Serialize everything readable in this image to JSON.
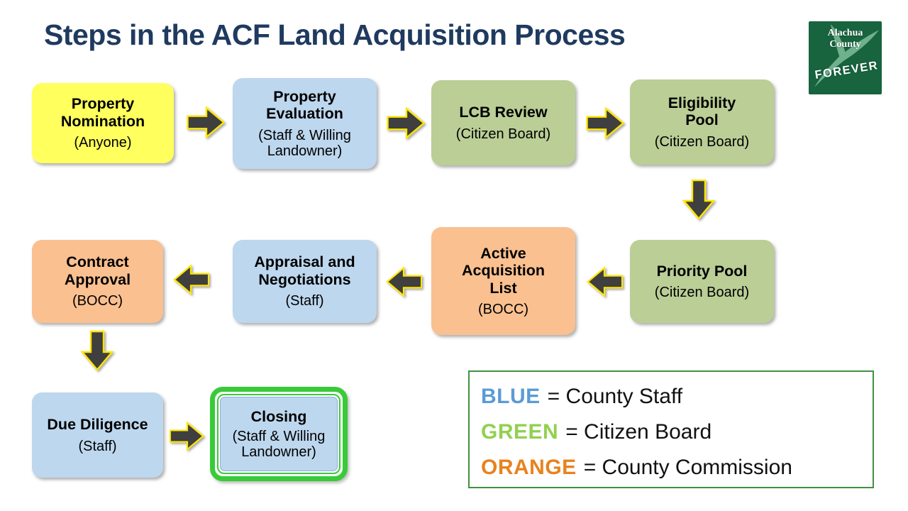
{
  "slide": {
    "title": "Steps in the ACF Land Acquisition Process"
  },
  "logo": {
    "org_line1": "Alachua",
    "org_line2": "County",
    "tagline": "FOREVER"
  },
  "boxes": [
    {
      "title": "Property Nomination",
      "subtitle": "(Anyone)",
      "category": "yellow"
    },
    {
      "title": "Property Evaluation",
      "subtitle": "(Staff & Willing Landowner)",
      "category": "blue"
    },
    {
      "title": "LCB Review",
      "subtitle": "(Citizen Board)",
      "category": "green"
    },
    {
      "title": "Eligibility Pool",
      "subtitle": "(Citizen Board)",
      "category": "green"
    },
    {
      "title": "Priority Pool",
      "subtitle": "(Citizen Board)",
      "category": "green"
    },
    {
      "title": "Active Acquisition List",
      "subtitle": "(BOCC)",
      "category": "orange"
    },
    {
      "title": "Appraisal and Negotiations",
      "subtitle": "(Staff)",
      "category": "blue"
    },
    {
      "title": "Contract Approval",
      "subtitle": "(BOCC)",
      "category": "orange"
    },
    {
      "title": "Due Diligence",
      "subtitle": "(Staff)",
      "category": "blue"
    },
    {
      "title": "Closing",
      "subtitle": "(Staff & Willing Landowner)",
      "category": "blue-highlighted"
    }
  ],
  "legend": {
    "entries": [
      {
        "term": "BLUE",
        "term_color": "#5b9bd5",
        "definition": "= County Staff"
      },
      {
        "term": "GREEN",
        "term_color": "#92d050",
        "definition": "= Citizen Board"
      },
      {
        "term": "ORANGE",
        "term_color": "#e8821e",
        "definition": "= County Commission"
      }
    ]
  },
  "colors": {
    "title_text": "#1f3a5f",
    "box_yellow": "#ffff5d",
    "box_blue": "#bdd7ee",
    "box_green": "#bace96",
    "box_orange": "#fac090",
    "closing_highlight_border": "#38cb38",
    "arrow_fill": "#3f3f3f",
    "arrow_outline": "#ffe600",
    "legend_border": "#3f9142",
    "logo_background": "#17643f",
    "logo_bird": "#6fb08d"
  },
  "icons": {
    "flow_arrow_right": "right-pointing block arrow",
    "flow_arrow_left": "left-pointing block arrow",
    "flow_arrow_down": "down-pointing block arrow",
    "logo_bird": "flying crane silhouette"
  }
}
